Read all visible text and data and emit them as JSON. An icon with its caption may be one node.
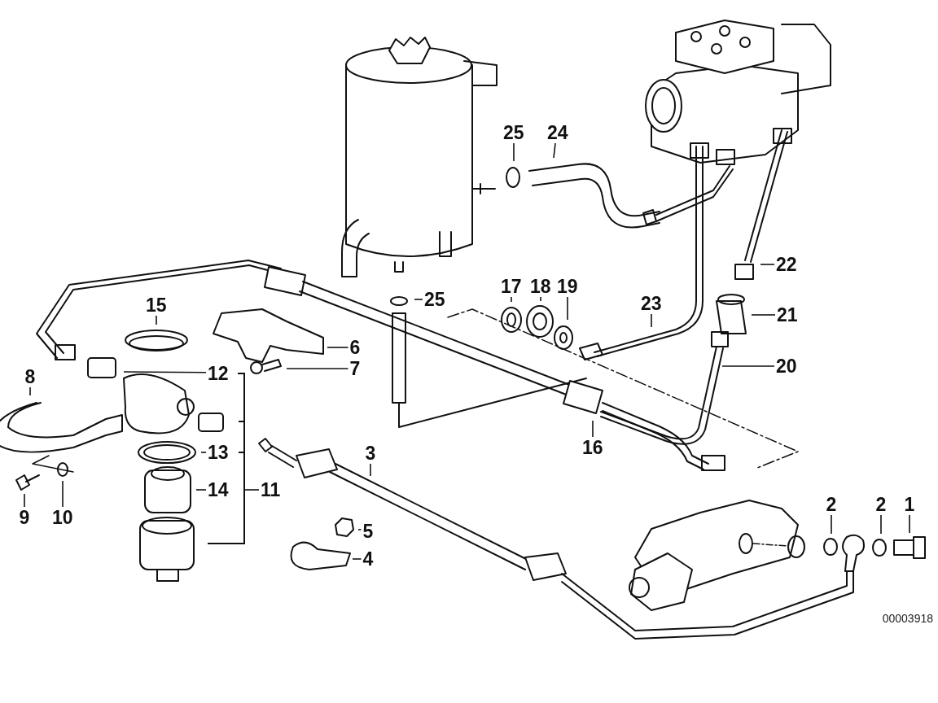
{
  "diagram": {
    "nodes": [
      {
        "text": [
          "25"
        ]
      },
      {
        "text": [
          "24"
        ]
      },
      {
        "text": [
          "22"
        ]
      },
      {
        "text": [
          "17"
        ]
      },
      {
        "text": [
          "18"
        ]
      },
      {
        "text": [
          "19"
        ]
      },
      {
        "text": [
          "25"
        ]
      },
      {
        "text": [
          "15"
        ]
      },
      {
        "text": [
          "23"
        ]
      },
      {
        "text": [
          "21"
        ]
      },
      {
        "text": [
          "6"
        ]
      },
      {
        "text": [
          "12"
        ]
      },
      {
        "text": [
          "8"
        ]
      },
      {
        "text": [
          "7"
        ]
      },
      {
        "text": [
          "20"
        ]
      },
      {
        "text": [
          "16"
        ]
      },
      {
        "text": [
          "3"
        ]
      },
      {
        "text": [
          "13"
        ]
      },
      {
        "text": [
          "14"
        ]
      },
      {
        "text": [
          "11"
        ]
      },
      {
        "text": [
          "9"
        ]
      },
      {
        "text": [
          "10"
        ]
      },
      {
        "text": [
          "2"
        ]
      },
      {
        "text": [
          "2"
        ]
      },
      {
        "text": [
          "1"
        ]
      },
      {
        "text": [
          "5"
        ]
      },
      {
        "text": [
          "4"
        ]
      }
    ],
    "edges": [
      {
        "from": 0,
        "to": null,
        "arrow": "none"
      },
      {
        "from": 1,
        "to": null,
        "arrow": "none"
      },
      {
        "from": 2,
        "to": null,
        "arrow": "none"
      },
      {
        "from": 3,
        "to": null,
        "arrow": "none"
      },
      {
        "from": 4,
        "to": null,
        "arrow": "none"
      },
      {
        "from": 5,
        "to": null,
        "arrow": "none"
      },
      {
        "from": 6,
        "to": null,
        "arrow": "none"
      },
      {
        "from": 7,
        "to": null,
        "arrow": "none"
      },
      {
        "from": 8,
        "to": null,
        "arrow": "none"
      },
      {
        "from": 9,
        "to": null,
        "arrow": "none"
      },
      {
        "from": 10,
        "to": null,
        "arrow": "none"
      },
      {
        "from": 11,
        "to": null,
        "arrow": "none"
      },
      {
        "from": 12,
        "to": null,
        "arrow": "none"
      },
      {
        "from": 13,
        "to": null,
        "arrow": "none"
      },
      {
        "from": 14,
        "to": null,
        "arrow": "none"
      },
      {
        "from": 15,
        "to": null,
        "arrow": "none"
      },
      {
        "from": 16,
        "to": null,
        "arrow": "none"
      },
      {
        "from": 17,
        "to": null,
        "arrow": "none"
      },
      {
        "from": 18,
        "to": null,
        "arrow": "none"
      },
      {
        "from": 19,
        "to": null,
        "arrow": "none"
      },
      {
        "from": 20,
        "to": null,
        "arrow": "none"
      },
      {
        "from": 21,
        "to": null,
        "arrow": "none"
      },
      {
        "from": 22,
        "to": null,
        "arrow": "none"
      },
      {
        "from": 23,
        "to": null,
        "arrow": "none"
      },
      {
        "from": 24,
        "to": null,
        "arrow": "none"
      },
      {
        "from": 25,
        "to": null,
        "arrow": "none"
      },
      {
        "from": 26,
        "to": null,
        "arrow": "none"
      }
    ],
    "labels": [
      "00003918"
    ]
  }
}
